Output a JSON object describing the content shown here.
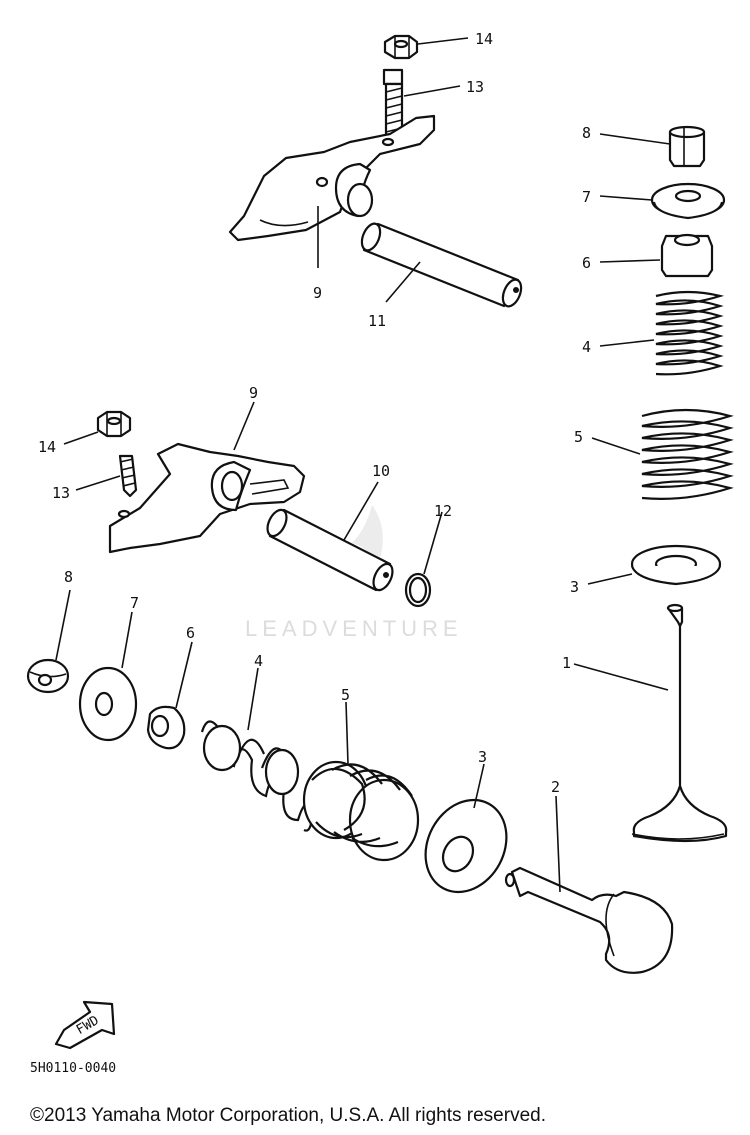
{
  "diagram": {
    "code": "5H0110-0040",
    "watermark": "LEADVENTURE",
    "fwd_label": "FWD",
    "copyright": "©2013 Yamaha Motor Corporation, U.S.A. All rights reserved.",
    "callouts": {
      "c14a": "14",
      "c13a": "13",
      "c9a": "9",
      "c11": "11",
      "c8a": "8",
      "c7a": "7",
      "c6a": "6",
      "c4a": "4",
      "c5a": "5",
      "c3a": "3",
      "c1": "1",
      "c9b": "9",
      "c14b": "14",
      "c13b": "13",
      "c10": "10",
      "c12": "12",
      "c8b": "8",
      "c7b": "7",
      "c6b": "6",
      "c4b": "4",
      "c5b": "5",
      "c3b": "3",
      "c2": "2"
    }
  }
}
